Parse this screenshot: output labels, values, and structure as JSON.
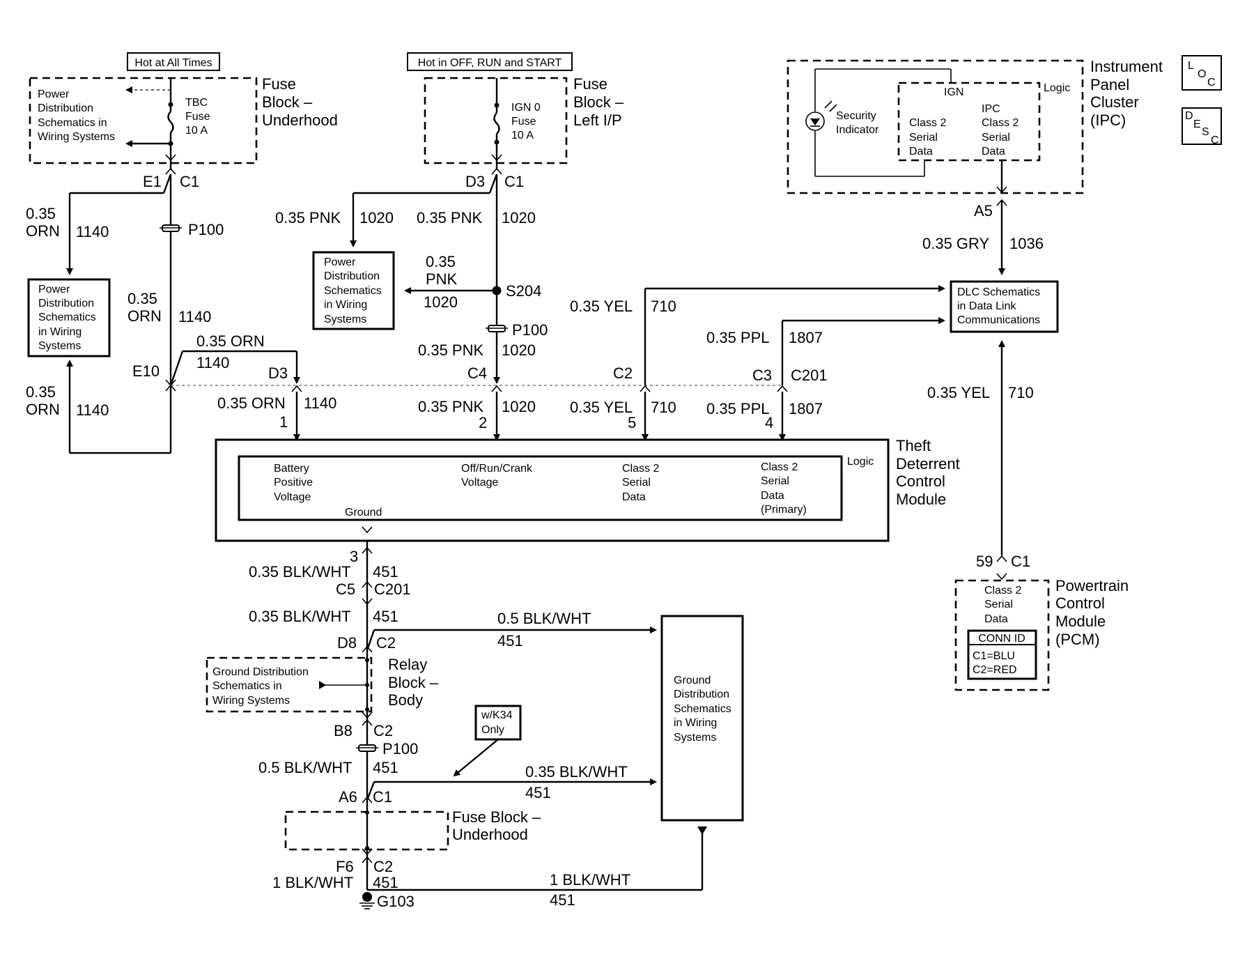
{
  "power_labels": {
    "hot_all_times": "Hot at All Times",
    "hot_off_run_start": "Hot in OFF, RUN and START"
  },
  "fuse_block_underhood": {
    "title": [
      "Fuse",
      "Block –",
      "Underhood"
    ],
    "pds_text": [
      "Power",
      "Distribution",
      "Schematics in",
      "Wiring Systems"
    ],
    "fuse": [
      "TBC",
      "Fuse",
      "10 A"
    ]
  },
  "fuse_block_left_ip": {
    "title": [
      "Fuse",
      "Block –",
      "Left I/P"
    ],
    "fuse": [
      "IGN 0",
      "Fuse",
      "10 A"
    ]
  },
  "ipc": {
    "title": [
      "Instrument",
      "Panel",
      "Cluster",
      "(IPC)"
    ],
    "ign": "IGN",
    "logic": "Logic",
    "security_indicator": [
      "Security",
      "Indicator"
    ],
    "class2": [
      "Class 2",
      "Serial",
      "Data"
    ],
    "ipc_class2": [
      "IPC",
      "Class 2",
      "Serial",
      "Data"
    ],
    "pin": "A5",
    "wire_gauge": "0.35 GRY",
    "circuit": "1036"
  },
  "badges": {
    "loc": [
      "L",
      "O",
      "C"
    ],
    "desc": [
      "D",
      "E",
      "S",
      "C"
    ]
  },
  "left_branch": {
    "conn_pin": "E1",
    "conn": "C1",
    "wire1": [
      "0.35",
      "ORN"
    ],
    "circuit1": "1140",
    "splice": "P100",
    "wire2": [
      "0.35",
      "ORN"
    ],
    "circuit2": "1140",
    "pds_box": [
      "Power",
      "Distribution",
      "Schematics",
      "in Wiring",
      "Systems"
    ],
    "e10": "E10",
    "wire3": "0.35 ORN",
    "circuit3": "1140",
    "wire4": [
      "0.35",
      "ORN"
    ],
    "circuit4": "1140"
  },
  "center_branch": {
    "conn_pin": "D3",
    "conn": "C1",
    "wire_left": "0.35 PNK",
    "circuit_left": "1020",
    "wire_right": "0.35 PNK",
    "circuit_right": "1020",
    "pds_box": [
      "Power",
      "Distribution",
      "Schematics",
      "in Wiring",
      "Systems"
    ],
    "splice_wire": [
      "0.35",
      "PNK"
    ],
    "splice_circuit": "1020",
    "splice": "S204",
    "p100": "P100",
    "wire_low": "0.35 PNK",
    "circuit_low": "1020"
  },
  "c201_row": {
    "d3": "D3",
    "c4": "C4",
    "c2": "C2",
    "c3": "C3",
    "c201": "C201"
  },
  "dlc": {
    "box": [
      "DLC Schematics",
      "in Data Link",
      "Communications"
    ],
    "yel_wire": "0.35 YEL",
    "yel_circuit": "710",
    "ppl_wire": "0.35 PPL",
    "ppl_circuit": "1807",
    "pcm_wire": "0.35 YEL",
    "pcm_circuit": "710"
  },
  "tdcm": {
    "title": [
      "Theft",
      "Deterrent",
      "Control",
      "Module"
    ],
    "logic": "Logic",
    "battery": [
      "Battery",
      "Positive",
      "Voltage"
    ],
    "offrun": [
      "Off/Run/Crank",
      "Voltage"
    ],
    "class2": [
      "Class 2",
      "Serial",
      "Data"
    ],
    "class2_primary": [
      "Class 2",
      "Serial",
      "Data",
      "(Primary)"
    ],
    "ground": "Ground",
    "pin1_wire": "0.35 ORN",
    "pin1_circuit": "1140",
    "pin1": "1",
    "pin2_wire": "0.35 PNK",
    "pin2_circuit": "1020",
    "pin2": "2",
    "pin5_wire": "0.35 YEL",
    "pin5_circuit": "710",
    "pin5": "5",
    "pin4_wire": "0.35 PPL",
    "pin4_circuit": "1807",
    "pin4": "4"
  },
  "pcm": {
    "title": [
      "Powertrain",
      "Control",
      "Module",
      "(PCM)"
    ],
    "pin": "59",
    "conn": "C1",
    "class2": [
      "Class 2",
      "Serial",
      "Data"
    ],
    "conn_id": "CONN ID",
    "c1": "C1=BLU",
    "c2": "C2=RED"
  },
  "ground_path": {
    "pin3": "3",
    "wire1": "0.35 BLK/WHT",
    "circuit1": "451",
    "c5": "C5",
    "c201": "C201",
    "wire2": "0.35 BLK/WHT",
    "circuit2": "451",
    "wire_right1": "0.5 BLK/WHT",
    "circuit_right1": "451",
    "d8": "D8",
    "c2a": "C2",
    "relay_block": [
      "Relay",
      "Block –",
      "Body"
    ],
    "gds_small": [
      "Ground Distribution",
      "Schematics in",
      "Wiring Systems"
    ],
    "b8": "B8",
    "c2b": "C2",
    "p100": "P100",
    "wk34": [
      "w/K34",
      "Only"
    ],
    "wire3": "0.5 BLK/WHT",
    "circuit3": "451",
    "wire_right2": "0.35 BLK/WHT",
    "circuit_right2": "451",
    "a6": "A6",
    "c1": "C1",
    "fuse_block": [
      "Fuse Block –",
      "Underhood"
    ],
    "f6": "F6",
    "c2c": "C2",
    "wire4": "1 BLK/WHT",
    "circuit4": "451",
    "wire_right3": "1 BLK/WHT",
    "circuit_right3": "451",
    "ground": "G103",
    "gds_big": [
      "Ground",
      "Distribution",
      "Schematics",
      "in Wiring",
      "Systems"
    ]
  }
}
